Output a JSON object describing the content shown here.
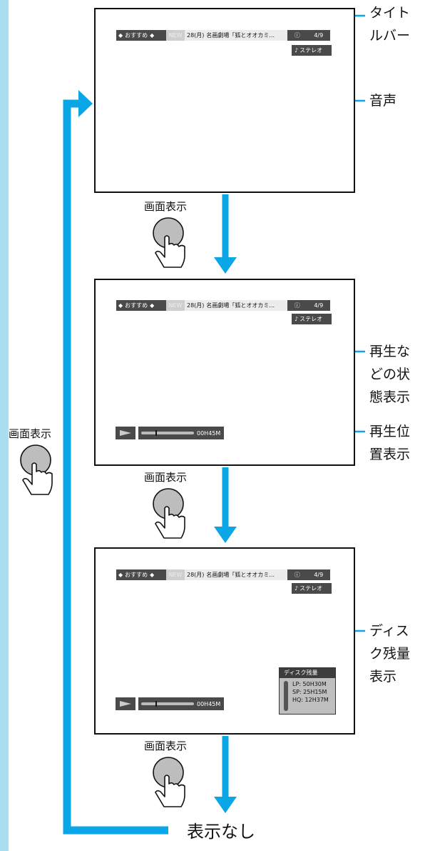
{
  "title_bar": {
    "recommend": "おすすめ",
    "new_badge": "NEW",
    "date": "28(月)",
    "program": "名画劇場「狐とオオカミ...",
    "page": "4/9"
  },
  "audio": {
    "icon": "music-note-icon",
    "label": "ステレオ"
  },
  "playback": {
    "status_icon": "play-icon",
    "time": "00H45M"
  },
  "disc_remaining": {
    "title": "ディスク残量",
    "modes": [
      "LP: 50H30M",
      "SP: 25H15M",
      "HQ: 12H37M"
    ]
  },
  "callouts": {
    "title_bar": "タイト\nルバー",
    "audio": "音声",
    "playback_status": "再生な\nどの状\n態表示",
    "playback_position": "再生位\n置表示",
    "disc_remaining": "ディス\nク残量\n表示"
  },
  "display_button": {
    "label": "画面表示",
    "icon": "hand-press-icon"
  },
  "no_display": "表示なし",
  "colors": {
    "accent": "#0aa6e6",
    "sidebar": "#a9ddf0",
    "osd_dark": "#4a4a4a"
  }
}
